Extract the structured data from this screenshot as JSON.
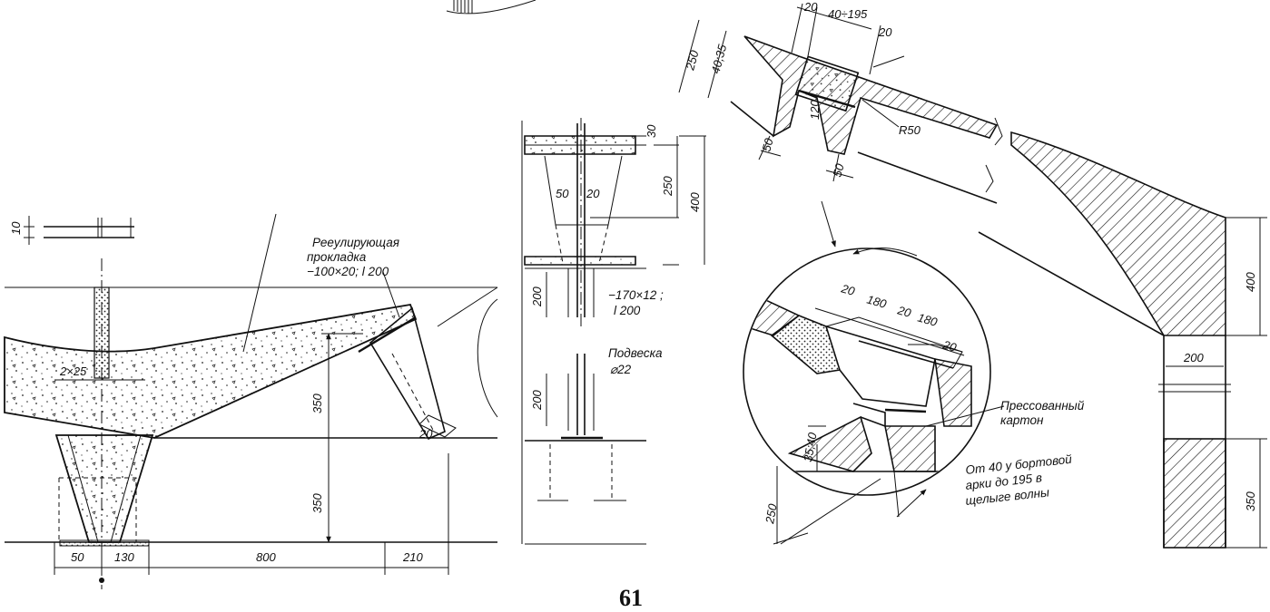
{
  "page_number": "61",
  "labels": {
    "regulating_pad_1": "Реeулирующая",
    "regulating_pad_2": "прокладка",
    "regulating_pad_3": "−100×20; l 200",
    "plate_1": "−170×12 ;",
    "plate_2": "l 200",
    "hanger_1": "Подвеска",
    "hanger_2": "⌀22",
    "pressed_1": "Прессованный",
    "pressed_2": "картон",
    "from40_1": "От 40 у бортовой",
    "from40_2": "арки  до 195 в",
    "from40_3": "щелыге волны"
  },
  "dims_left": {
    "d10": "10",
    "d2x25": "2×25",
    "d350a": "350",
    "d350b": "350",
    "d50": "50",
    "d130": "130",
    "d800": "800",
    "d210": "210",
    "d20": "20"
  },
  "dims_mid": {
    "d30": "30",
    "d250": "250",
    "d400": "400",
    "d50": "50",
    "d20": "20",
    "d200a": "200",
    "d200b": "200"
  },
  "dims_top": {
    "d250": "250",
    "d40_35": "40;35",
    "d20a": "20",
    "d40_195": "40÷195",
    "d20b": "20",
    "d120": "120",
    "d50a": "50",
    "d50b": "50",
    "r50": "R50"
  },
  "dims_detail": {
    "d20a": "20",
    "d180a": "180",
    "d20b": "20",
    "d180b": "180",
    "d20c": "20",
    "d35_40": "35;40",
    "d250": "250"
  },
  "dims_right": {
    "d400": "400",
    "d200": "200",
    "d350": "350"
  }
}
